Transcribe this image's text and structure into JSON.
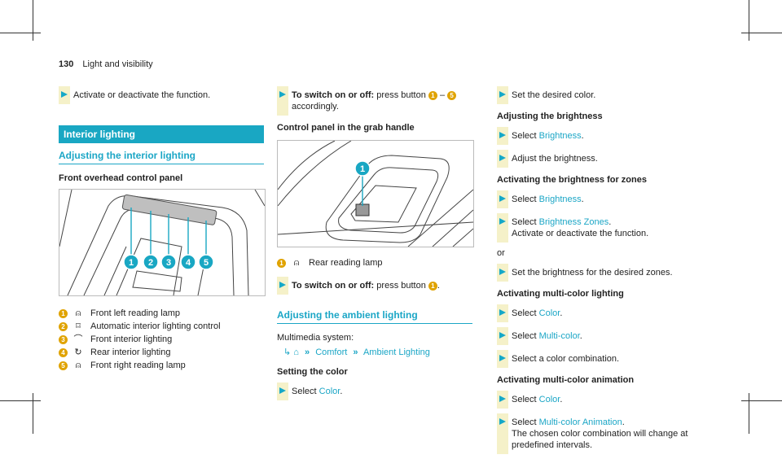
{
  "header": {
    "page_number": "130",
    "section": "Light and visibility"
  },
  "col1": {
    "step1": "Activate or deactivate the function.",
    "section_bar": "Interior lighting",
    "subheading": "Adjusting the interior lighting",
    "heading": "Front overhead control panel",
    "figure_numbers": [
      "1",
      "2",
      "3",
      "4",
      "5"
    ],
    "legend": [
      {
        "num": "1",
        "icon": "front-reading-lamp-icon",
        "label": "Front left reading lamp"
      },
      {
        "num": "2",
        "icon": "auto-lighting-icon",
        "label": "Automatic interior lighting control"
      },
      {
        "num": "3",
        "icon": "front-interior-icon",
        "label": "Front interior lighting"
      },
      {
        "num": "4",
        "icon": "rear-interior-icon",
        "label": "Rear interior lighting"
      },
      {
        "num": "5",
        "icon": "front-reading-lamp-icon",
        "label": "Front right reading lamp"
      }
    ]
  },
  "col2": {
    "step1_bold": "To switch on or off:",
    "step1_text": " press button ",
    "step1_num1": "1",
    "step1_dash": " – ",
    "step1_num2": "5",
    "step1_tail": "accordingly.",
    "heading": "Control panel in the grab handle",
    "figure_number": "1",
    "legend_num": "1",
    "legend_label": "Rear reading lamp",
    "step2_bold": "To switch on or off:",
    "step2_text": " press button ",
    "step2_num": "1",
    "subheading": "Adjusting the ambient lighting",
    "multimedia": "Multimedia system:",
    "path": [
      "Comfort",
      "Ambient Lighting"
    ],
    "heading2": "Setting the color",
    "step3_text": "Select ",
    "step3_link": "Color",
    "step3_tail": "."
  },
  "col3": {
    "step1": "Set the desired color.",
    "h1": "Adjusting the brightness",
    "s2_pre": "Select ",
    "s2_link": "Brightness",
    "s2_post": ".",
    "s3": "Adjust the brightness.",
    "h2": "Activating the brightness for zones",
    "s4_pre": "Select ",
    "s4_link": "Brightness",
    "s4_post": ".",
    "s5_pre": "Select ",
    "s5_link": "Brightness Zones",
    "s5_post": ".",
    "s6": "Activate or deactivate the function.",
    "or": "or",
    "s7": "Set the brightness for the desired zones.",
    "h3": "Activating multi-color lighting",
    "s8_pre": "Select ",
    "s8_link": "Color",
    "s8_post": ".",
    "s9_pre": "Select ",
    "s9_link": "Multi-color",
    "s9_post": ".",
    "s10": "Select a color combination.",
    "h4": "Activating multi-color animation",
    "s11_pre": "Select ",
    "s11_link": "Color",
    "s11_post": ".",
    "s12_pre": "Select ",
    "s12_link": "Multi-color Animation",
    "s12_post": ".",
    "s12_line2": "The chosen color combination will change at predefined intervals."
  },
  "colors": {
    "accent": "#19a7c3",
    "number_badge": "#e0a300",
    "step_bar": "#f5f1c9"
  }
}
